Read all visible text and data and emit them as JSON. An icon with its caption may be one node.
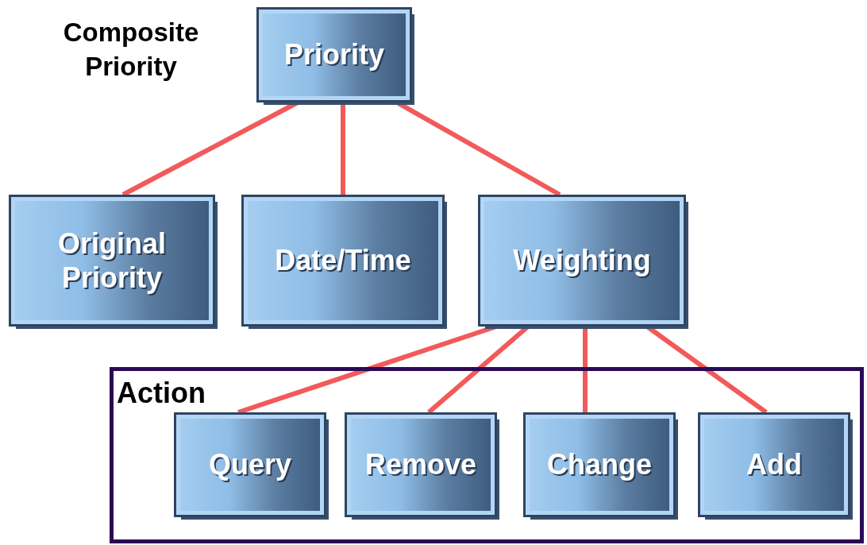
{
  "diagram": {
    "nodes": [
      {
        "text": [
          "Priority"
        ],
        "beside": [
          "Composite Priority"
        ]
      },
      {
        "text": [
          "Original Priority"
        ]
      },
      {
        "text": [
          "Date/Time"
        ]
      },
      {
        "text": [
          "Weighting"
        ]
      },
      {
        "text": [
          "Action"
        ]
      },
      {
        "text": [
          "Query"
        ],
        "in": 4
      },
      {
        "text": [
          "Remove"
        ],
        "in": 4
      },
      {
        "text": [
          "Change"
        ],
        "in": 4
      },
      {
        "text": [
          "Add"
        ],
        "in": 4
      }
    ],
    "edges": [
      {
        "from": 0,
        "to": 1,
        "arrow": "none"
      },
      {
        "from": 0,
        "to": 2,
        "arrow": "none"
      },
      {
        "from": 0,
        "to": 3,
        "arrow": "none"
      },
      {
        "from": 3,
        "to": 5,
        "arrow": "none"
      },
      {
        "from": 3,
        "to": 6,
        "arrow": "none"
      },
      {
        "from": 3,
        "to": 7,
        "arrow": "none"
      },
      {
        "from": 3,
        "to": 8,
        "arrow": "none"
      }
    ]
  }
}
